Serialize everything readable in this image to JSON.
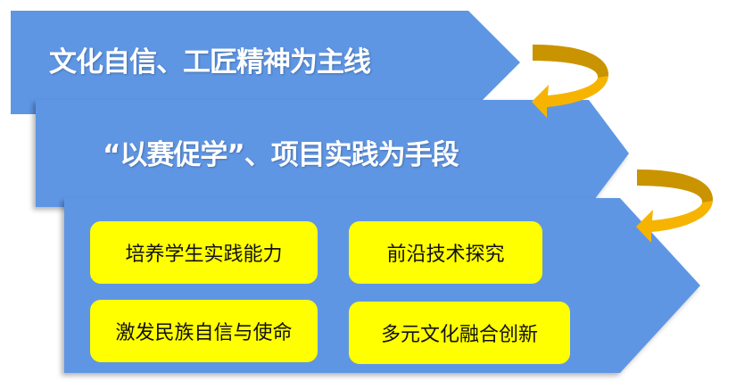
{
  "colors": {
    "arrow_blue": "#5e96e4",
    "box_yellow": "#ffff00",
    "curve_gold": "#f6b400",
    "curve_dark": "#c99400"
  },
  "level1": {
    "label": "文化自信、工匠精神为主线"
  },
  "level2": {
    "label": "“以赛促学”、项目实践为手段"
  },
  "level3": {
    "items": [
      {
        "label": "培养学生实践能力"
      },
      {
        "label": "前沿技术探究"
      },
      {
        "label": "激发民族自信与使命"
      },
      {
        "label": "多元文化融合创新"
      }
    ]
  }
}
